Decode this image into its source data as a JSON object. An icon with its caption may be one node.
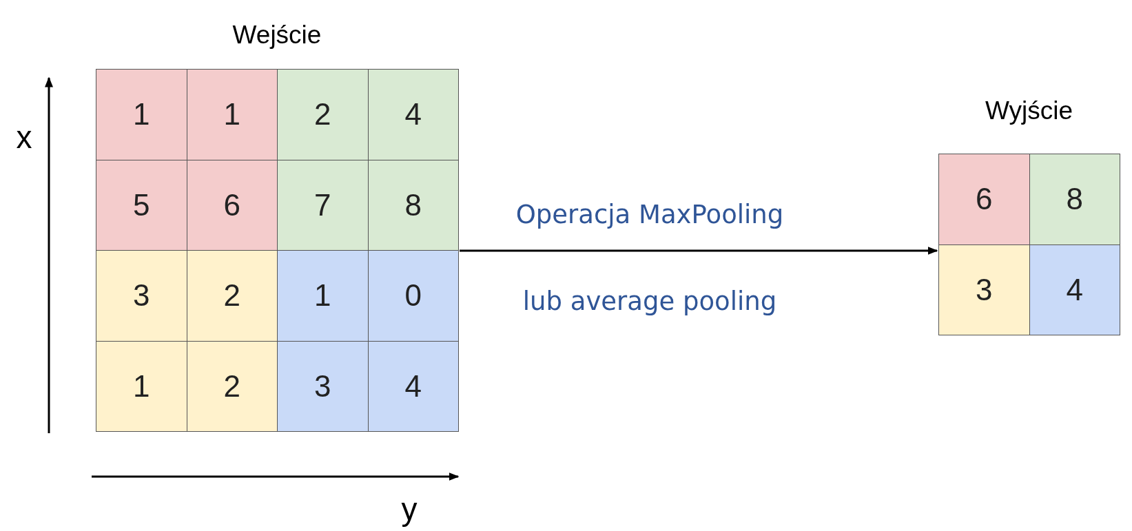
{
  "diagram": {
    "nodes": [
      {
        "text": [
          "Wejście"
        ]
      },
      {
        "text": [
          "1"
        ],
        "in": 0
      },
      {
        "text": [
          "1"
        ],
        "in": 0
      },
      {
        "text": [
          "2"
        ],
        "in": 0
      },
      {
        "text": [
          "4"
        ],
        "in": 0
      },
      {
        "text": [
          "5"
        ],
        "in": 0
      },
      {
        "text": [
          "6"
        ],
        "in": 0
      },
      {
        "text": [
          "7"
        ],
        "in": 0
      },
      {
        "text": [
          "8"
        ],
        "in": 0
      },
      {
        "text": [
          "3"
        ],
        "in": 0
      },
      {
        "text": [
          "2"
        ],
        "in": 0
      },
      {
        "text": [
          "1"
        ],
        "in": 0
      },
      {
        "text": [
          "0"
        ],
        "in": 0
      },
      {
        "text": [
          "1"
        ],
        "in": 0
      },
      {
        "text": [
          "2"
        ],
        "in": 0
      },
      {
        "text": [
          "3"
        ],
        "in": 0
      },
      {
        "text": [
          "4"
        ],
        "in": 0
      },
      {
        "text": [
          "Wyjście"
        ]
      },
      {
        "text": [
          "6"
        ],
        "in": 17
      },
      {
        "text": [
          "8"
        ],
        "in": 17
      },
      {
        "text": [
          "3"
        ],
        "in": 17
      },
      {
        "text": [
          "4"
        ],
        "in": 17
      }
    ],
    "edges": [
      {
        "from": 0,
        "to": 17,
        "arrow": "to"
      }
    ],
    "labels": [
      "x",
      "Operacja MaxPooling",
      "lub average pooling",
      "y"
    ]
  }
}
